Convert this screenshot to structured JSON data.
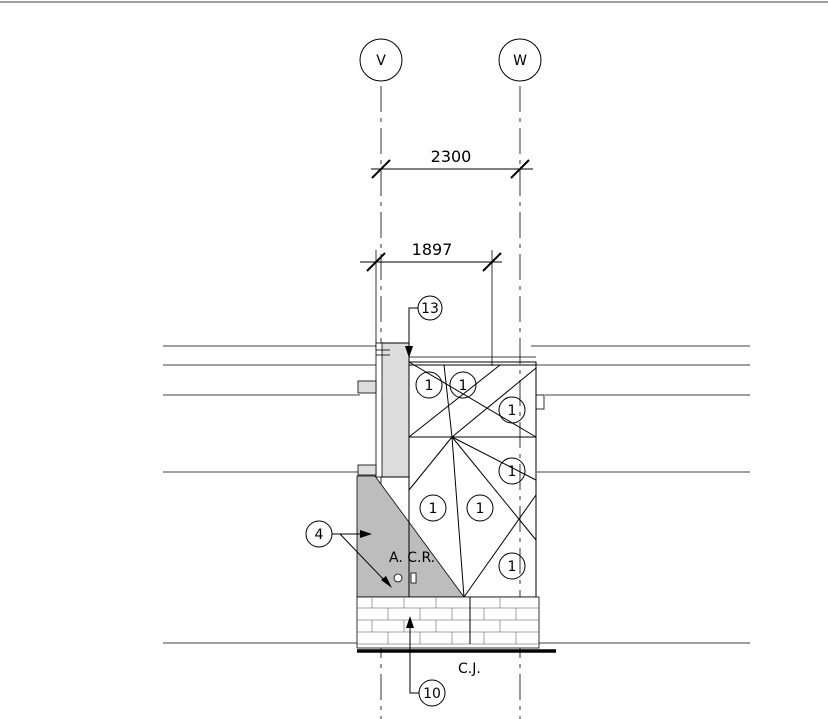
{
  "grid": {
    "left_label": "V",
    "right_label": "W"
  },
  "dimensions": {
    "overall": "2300",
    "inner": "1897"
  },
  "tags": {
    "t13": "13",
    "t4": "4",
    "t10": "10",
    "t1": "1"
  },
  "notes": {
    "acr": "A. C.R.",
    "cj": "C.J."
  },
  "colors": {
    "gray_fill": "#bdbdbd",
    "light_fill": "#dcdcdc",
    "line": "#000000"
  }
}
